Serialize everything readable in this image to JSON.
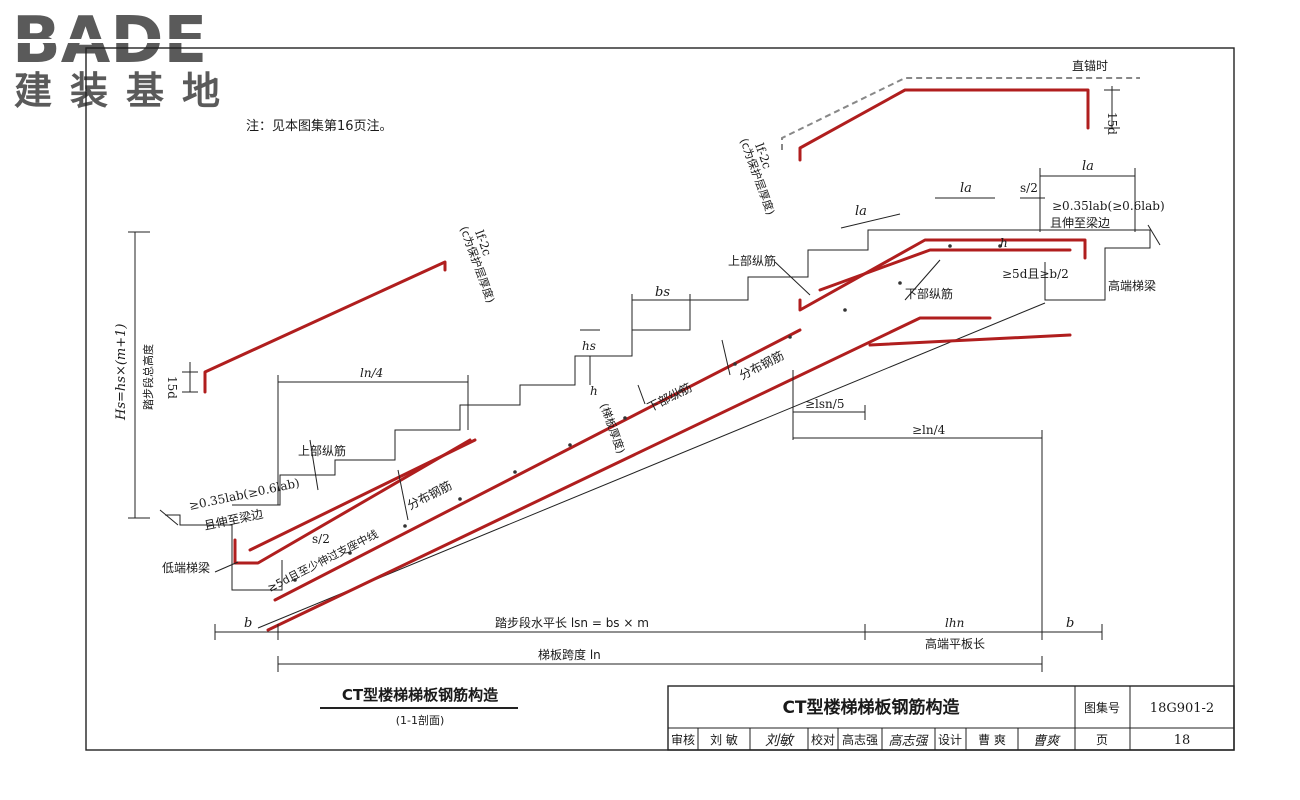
{
  "logo": {
    "brand": "BADE",
    "subtitle": "建装基地"
  },
  "note": "注：见本图集第16页注。",
  "diagram": {
    "anchor_top": "直锚时",
    "dim_15d_top": "15d",
    "la_top": "la",
    "la_mid": "la",
    "la_left": "la",
    "s_half_top": "s/2",
    "anchor_req_top_1": "≥0.35lab(≥0.6lab)",
    "anchor_req_top_2": "且伸至梁边",
    "h_label_top": "h",
    "ge_5d_b2": "≥5d且≥b/2",
    "lower_bar_label_top": "下部纵筋",
    "upper_bar_label_top": "上部纵筋",
    "high_beam": "高端梯梁",
    "cover_label_right_1": "lf-2c",
    "cover_label_right_2": "(c为保护层厚度)",
    "cover_label_left_1": "lf-2c",
    "cover_label_left_2": "(c为保护层厚度)",
    "bs": "bs",
    "hs": "hs",
    "dist_bar_1": "分布钢筋",
    "dist_bar_2": "分布钢筋",
    "lower_bar_label_mid": "下部纵筋",
    "h_slab": "h",
    "slab_thickness": "(梯板厚度)",
    "lsn5": "≥lsn/5",
    "ln4_right": "≥ln/4",
    "ln4_left": "ln/4",
    "hs_formula": "Hs=hs×(m+1)",
    "hs_desc": "踏步段总高度",
    "dim_15d_left": "15d",
    "upper_bar_label_left": "上部纵筋",
    "anchor_req_left_1": "≥0.35lab(≥0.6lab)",
    "anchor_req_left_2": "且伸至梁边",
    "s_half_left": "s/2",
    "low_beam": "低端梯梁",
    "ge_5d_center": "≥5d且至少伸过支座中线",
    "b_left": "b",
    "b_right": "b",
    "lsn_label": "踏步段水平长  lsn = bs × m",
    "lhn": "lhn",
    "lhn_desc": "高端平板长",
    "ln_label": "梯板跨度   ln"
  },
  "caption": {
    "title": "CT型楼梯梯板钢筋构造",
    "subtitle": "(1-1剖面)"
  },
  "titleblock": {
    "title": "CT型楼梯梯板钢筋构造",
    "atlas_label": "图集号",
    "atlas_no": "18G901-2",
    "review": "审核",
    "reviewer": "刘  敏",
    "check": "校对",
    "checker": "高志强",
    "design": "设计",
    "designer": "曹  爽",
    "page_label": "页",
    "page_no": "18",
    "sig_reviewer": "刘敏",
    "sig_checker": "高志强",
    "sig_designer": "曹爽"
  },
  "colors": {
    "rebar": "#b01e1e",
    "logo": "#5a5a5a",
    "line": "#222222",
    "dashed": "#888888"
  }
}
